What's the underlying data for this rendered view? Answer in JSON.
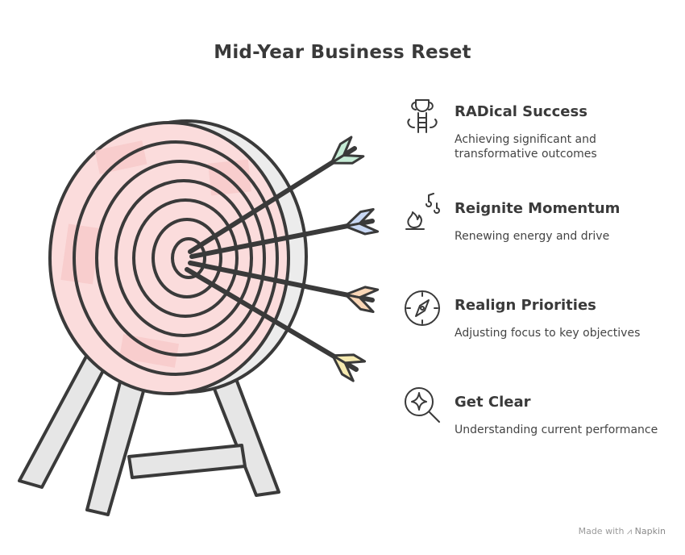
{
  "title": "Mid-Year Business Reset",
  "items": [
    {
      "heading": "RADical Success",
      "description": "Achieving significant and transformative outcomes",
      "icon": "trophy-ladder-icon",
      "fletch": "#c6ecd6"
    },
    {
      "heading": "Reignite Momentum",
      "description": "Renewing energy and drive",
      "icon": "flame-music-icon",
      "fletch": "#c9d8f4"
    },
    {
      "heading": "Realign Priorities",
      "description": "Adjusting focus to key objectives",
      "icon": "compass-icon",
      "fletch": "#f9d6b6"
    },
    {
      "heading": "Get Clear",
      "description": "Understanding current performance",
      "icon": "magnifier-sparkle-icon",
      "fletch": "#f6eab0"
    }
  ],
  "credit": {
    "prefix": "Made with",
    "brand": "Napkin"
  },
  "colors": {
    "target_fill": "#f9d3d3",
    "stroke": "#3a3a3a",
    "stand": "#e6e6e6"
  }
}
